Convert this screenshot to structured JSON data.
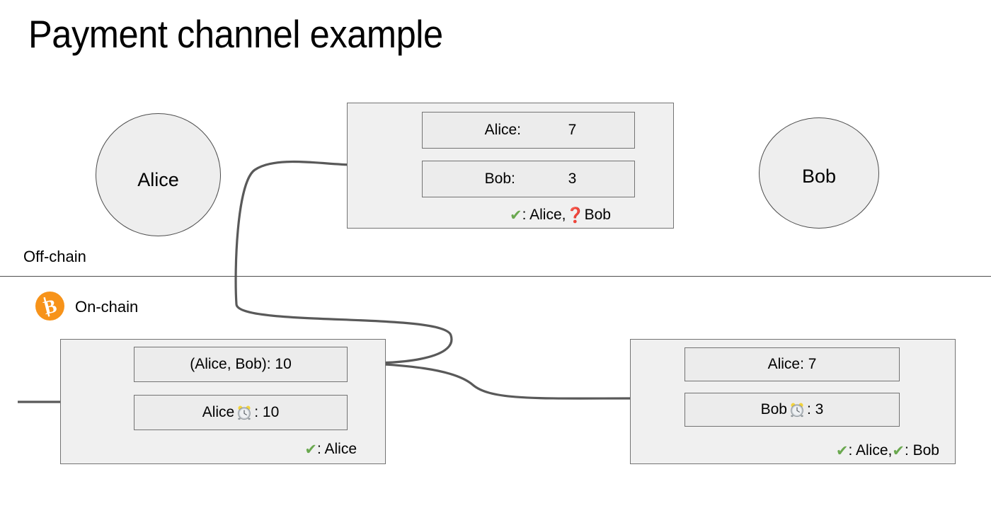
{
  "title": "Payment channel example",
  "zones": {
    "offchain_label": "Off-chain",
    "onchain_label": "On-chain",
    "bitcoin_icon": "bitcoin-icon"
  },
  "parties": [
    {
      "id": "alice",
      "label": "Alice"
    },
    {
      "id": "bob",
      "label": "Bob"
    }
  ],
  "transactions": {
    "offchain": {
      "name": "off-chain-commitment-transaction",
      "outputs": [
        {
          "key": "Alice:",
          "value": "7"
        },
        {
          "key": "Bob:",
          "value": "3"
        }
      ],
      "signatures": {
        "parts": [
          {
            "icon": "check-mark-icon",
            "glyph": "✔",
            "color": "#6aa84f",
            "text": ": Alice, "
          },
          {
            "icon": "question-mark-icon",
            "glyph": "❓",
            "color": "#cc0000",
            "text": " Bob"
          }
        ],
        "full_text": "✔: Alice, ❓ Bob"
      }
    },
    "funding": {
      "name": "on-chain-funding-transaction",
      "outputs": [
        {
          "text": "(Alice, Bob): 10"
        },
        {
          "prefix": "Alice",
          "icon": "alarm-clock-icon",
          "suffix": ": 10",
          "text": "Alice ⏰: 10"
        }
      ],
      "signatures": {
        "parts": [
          {
            "icon": "check-mark-icon",
            "glyph": "✔",
            "color": "#6aa84f",
            "text": ": Alice"
          }
        ],
        "full_text": "✔: Alice"
      }
    },
    "settlement": {
      "name": "on-chain-settlement-transaction",
      "outputs": [
        {
          "text": "Alice: 7"
        },
        {
          "prefix": "Bob",
          "icon": "alarm-clock-icon",
          "suffix": ": 3",
          "text": "Bob ⏰: 3"
        }
      ],
      "signatures": {
        "parts": [
          {
            "icon": "check-mark-icon",
            "glyph": "✔",
            "color": "#6aa84f",
            "text": ": Alice, "
          },
          {
            "icon": "check-mark-icon",
            "glyph": "✔",
            "color": "#6aa84f",
            "text": ": Bob"
          }
        ],
        "full_text": "✔: Alice, ✔: Bob"
      }
    }
  },
  "colors": {
    "box_fill": "#f0f0f0",
    "row_fill": "#ececec",
    "stroke": "#737373",
    "circle_fill": "#eeeeee",
    "circle_stroke": "#4d4d4d",
    "connector": "#595959",
    "bitcoin_orange": "#f7931a",
    "check_green": "#6aa84f",
    "question_red": "#cc0000"
  }
}
